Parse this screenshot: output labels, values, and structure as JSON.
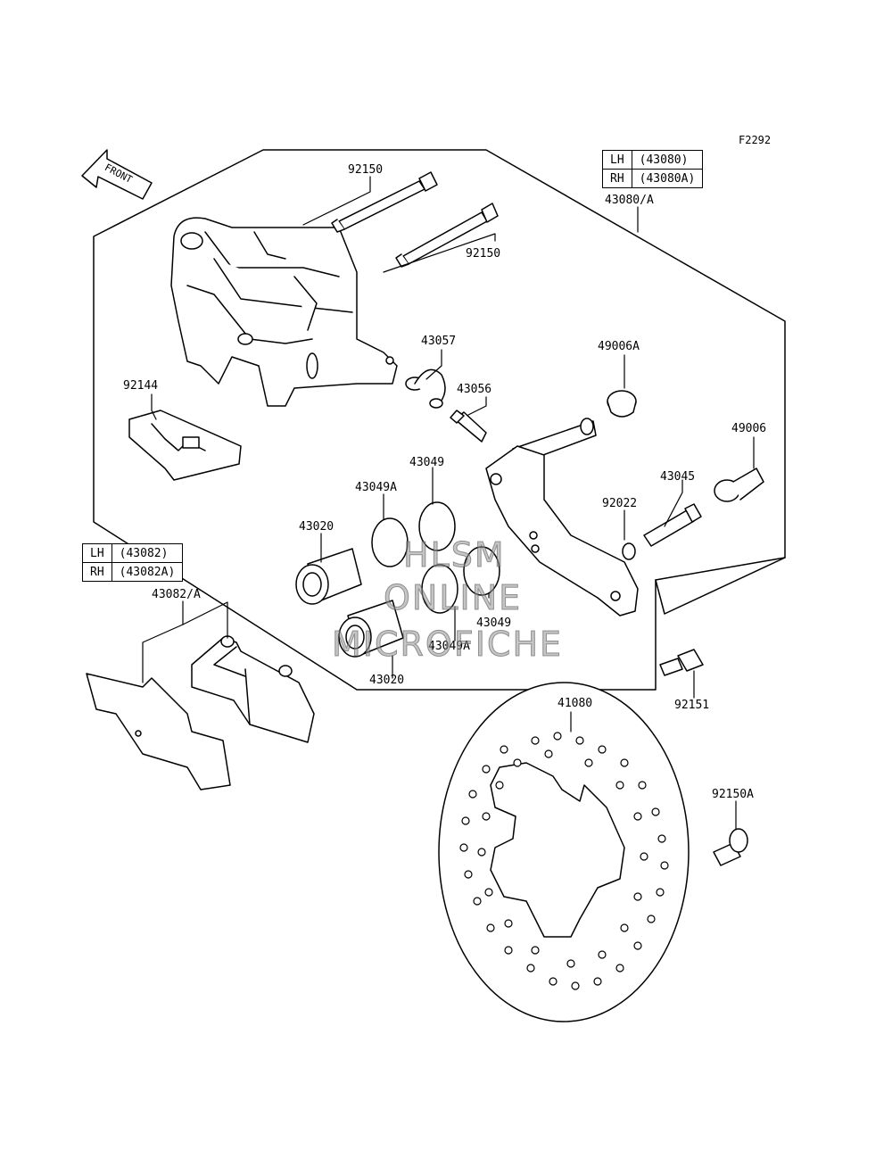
{
  "figure_id": "F2292",
  "front_arrow": "FRONT",
  "tables": {
    "caliper_assy": [
      {
        "side": "LH",
        "part": "(43080)"
      },
      {
        "side": "RH",
        "part": "(43080A)"
      }
    ],
    "pad_assy": [
      {
        "side": "LH",
        "part": "(43082)"
      },
      {
        "side": "RH",
        "part": "(43082A)"
      }
    ]
  },
  "callouts": {
    "bolt_upper": "92150",
    "bolt_lower": "92150",
    "caliper_assy": "43080/A",
    "spring_pad": "92144",
    "cap_bleed": "43057",
    "bleed_valve": "43056",
    "boot_large": "49006A",
    "boot_small": "49006",
    "seal_piston_right": "43049",
    "seal_dust_left": "43049A",
    "pin": "43045",
    "washer": "92022",
    "piston_upper": "43020",
    "seal_piston_lower": "43049",
    "seal_dust_lower": "43049A",
    "piston_lower": "43020",
    "pad_assy": "43082/A",
    "bolt_bracket": "92151",
    "disc": "41080",
    "bolt_disc": "92150A"
  },
  "watermark": [
    "HLSM",
    "ONLINE",
    "MICROFICHE"
  ]
}
